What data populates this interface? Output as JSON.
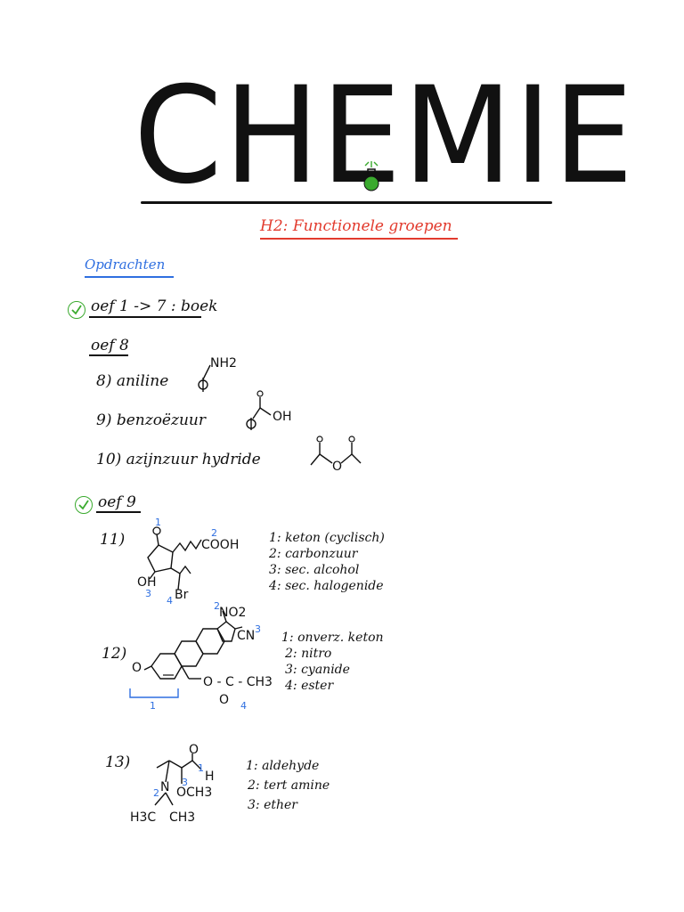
{
  "title": "CHEMIE",
  "subtitle": "H2: Functionele groepen",
  "section_heading": "Opdrachten",
  "colors": {
    "accent_red": "#e23b2e",
    "accent_blue": "#2f6fe0",
    "check_green": "#3aaa2e"
  },
  "oef1_7": {
    "label": "oef 1 -> 7 : boek"
  },
  "oef8": {
    "heading": "oef 8",
    "items": [
      {
        "label": "8) aniline",
        "formula": "NH2"
      },
      {
        "label": "9) benzoëzuur",
        "formula": "OH"
      },
      {
        "label": "10) azijnzuur hydride",
        "formula": "O"
      }
    ]
  },
  "oef9": {
    "heading": "oef 9",
    "ex11": {
      "number": "11)",
      "structure_labels": {
        "cooh": "COOH",
        "oh": "OH",
        "br": "Br",
        "n1": "1",
        "n2": "2",
        "n3": "3",
        "n4": "4"
      },
      "answers": [
        "1: keton (cyclisch)",
        "2: carbonzuur",
        "3: sec. alcohol",
        "4: sec. halogenide"
      ]
    },
    "ex12": {
      "number": "12)",
      "structure_labels": {
        "no2": "NO2",
        "cn": "CN",
        "ester": "O - C - CH3",
        "o": "O",
        "n1": "1",
        "n2": "2",
        "n3": "3",
        "n4": "4"
      },
      "answers": [
        "1: onverz. keton",
        "2: nitro",
        "3: cyanide",
        "4: ester"
      ]
    },
    "ex13": {
      "number": "13)",
      "structure_labels": {
        "o": "O",
        "h": "H",
        "n": "N",
        "och3": "OCH3",
        "h3c": "H3C",
        "ch3": "CH3",
        "n1": "1",
        "n2": "2",
        "n3": "3"
      },
      "answers": [
        "1: aldehyde",
        "2: tert amine",
        "3: ether"
      ]
    }
  }
}
